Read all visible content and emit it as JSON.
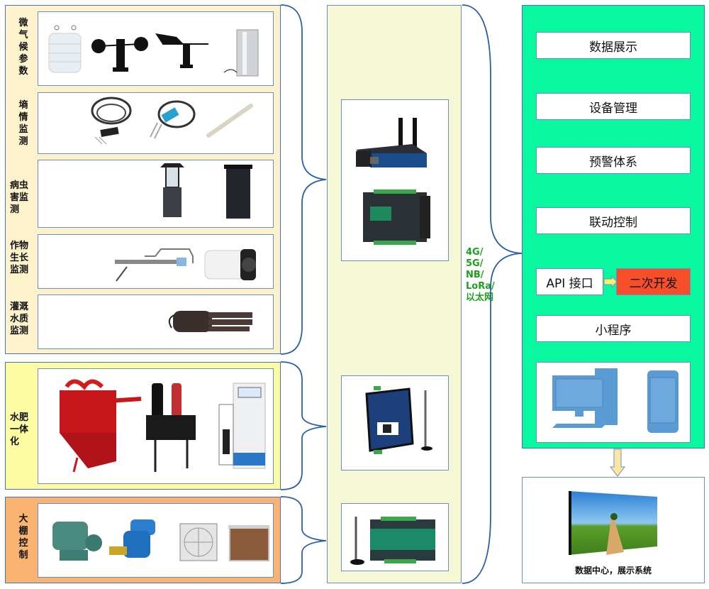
{
  "sensing": {
    "rows": [
      {
        "label": "微\n气\n候\n参\n数",
        "devices": [
          "shutter-box-icon",
          "anemometer-icon",
          "wind-vane-icon",
          "rain-gauge-icon"
        ]
      },
      {
        "label": "墒\n情\n监\n测",
        "devices": [
          "soil-probe-icon",
          "soil-sensor-icon",
          "soil-tube-icon"
        ]
      },
      {
        "label": "病虫\n害监\n测",
        "devices": [
          "insect-lamp-icon",
          "spore-trap-icon"
        ]
      },
      {
        "label": "作物\n生长\n监测",
        "devices": [
          "stem-sensor-icon",
          "camera-icon"
        ]
      },
      {
        "label": "灌溉\n水质\n监测",
        "devices": [
          "water-quality-probe-icon"
        ]
      }
    ]
  },
  "fertigation": {
    "label": "水肥\n一体\n化",
    "devices": [
      "sand-filter-icon",
      "disc-filter-icon",
      "fertigation-machine-icon"
    ]
  },
  "greenhouse": {
    "label": "大\n棚\n控\n制",
    "devices": [
      "gear-motor-icon",
      "roller-motor-icon",
      "exhaust-fan-icon",
      "wet-curtain-icon"
    ]
  },
  "gateways": [
    "4g-router-icon",
    "io-controller-icon",
    "dtu-antenna-icon",
    "lora-io-module-icon"
  ],
  "network": {
    "label": "4G/\n5G/\nNB/\nLoRa/\n以太网",
    "color": "#1ea01e"
  },
  "platform": {
    "color": "#08f8a0",
    "functions": [
      "数据展示",
      "设备管理",
      "预警体系",
      "联动控制"
    ],
    "api": "API 接口",
    "secondary_dev": "二次开发",
    "mini_program": "小程序",
    "terminals": [
      "desktop-computer-icon",
      "smartphone-icon"
    ]
  },
  "display": {
    "caption": "数据中心，展示系统",
    "image": "video-wall-icon"
  }
}
